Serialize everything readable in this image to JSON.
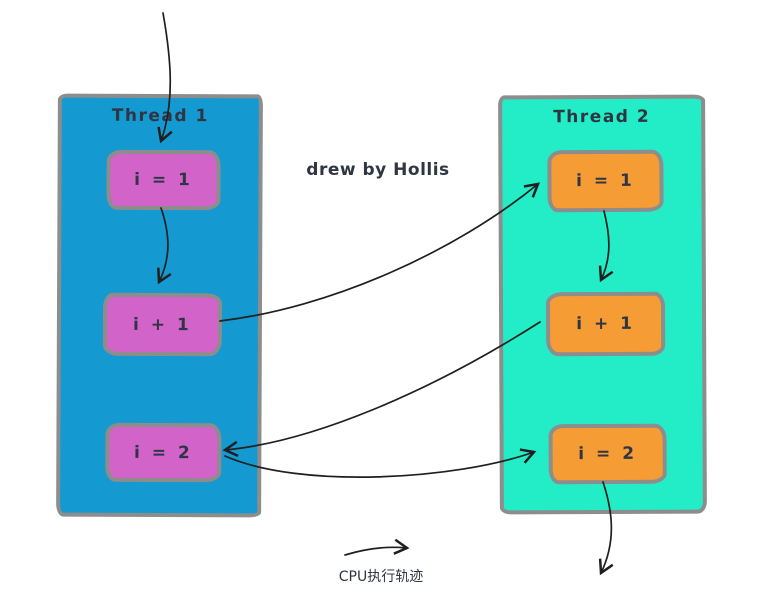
{
  "watermark": "drew by Hollis",
  "threads": [
    {
      "name": "Thread 1",
      "boxes": [
        "i = 1",
        "i + 1",
        "i = 2"
      ]
    },
    {
      "name": "Thread 2",
      "boxes": [
        "i = 1",
        "i + 1",
        "i = 2"
      ]
    }
  ],
  "legend": {
    "label": "CPU执行轨迹"
  },
  "colors": {
    "thread1_bg": "#1499d1",
    "thread2_bg": "#22edc6",
    "box_magenta": "#d263c9",
    "box_orange": "#f69c35",
    "panel_border": "#8d8d8d",
    "text_dark": "#2f3542",
    "arrow": "#1f1f1f"
  }
}
